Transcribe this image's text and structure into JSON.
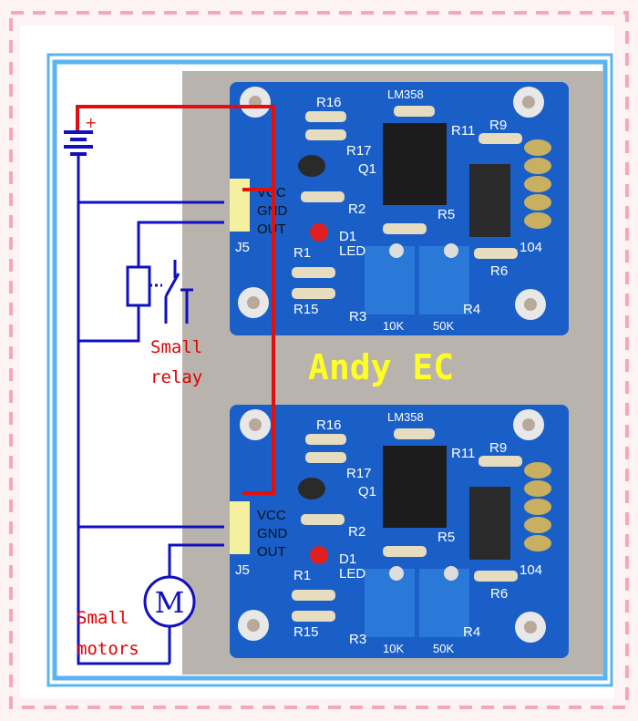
{
  "colors": {
    "frame_pink": "#f4b8c8",
    "frame_blue": "#5ab4f0",
    "wire_red": "#e01010",
    "wire_blue": "#1010c0",
    "board": "#1a5fc8",
    "brand": "#ffff22",
    "label": "#e00000"
  },
  "diagram": {
    "battery_plus": "+",
    "connector": {
      "name": "J5",
      "pins": [
        "VCC",
        "GND",
        "OUT"
      ]
    },
    "relay_label_line1": "Small",
    "relay_label_line2": "relay",
    "motor_symbol": "M",
    "motor_label_line1": "Small",
    "motor_label_line2": "motors",
    "watermark": "Andy EC"
  },
  "board": {
    "chip": "LM358",
    "r16": "R16",
    "r17": "R17",
    "q1": "Q1",
    "r2": "R2",
    "r1": "R1",
    "d1": "D1",
    "led": "LED",
    "r5": "R5",
    "r9": "R9",
    "r11": "R11",
    "r6": "R6",
    "c104": "104",
    "r3": "R3",
    "r4": "R4",
    "r15": "R15",
    "pot1": "10K",
    "pot2": "50K"
  }
}
